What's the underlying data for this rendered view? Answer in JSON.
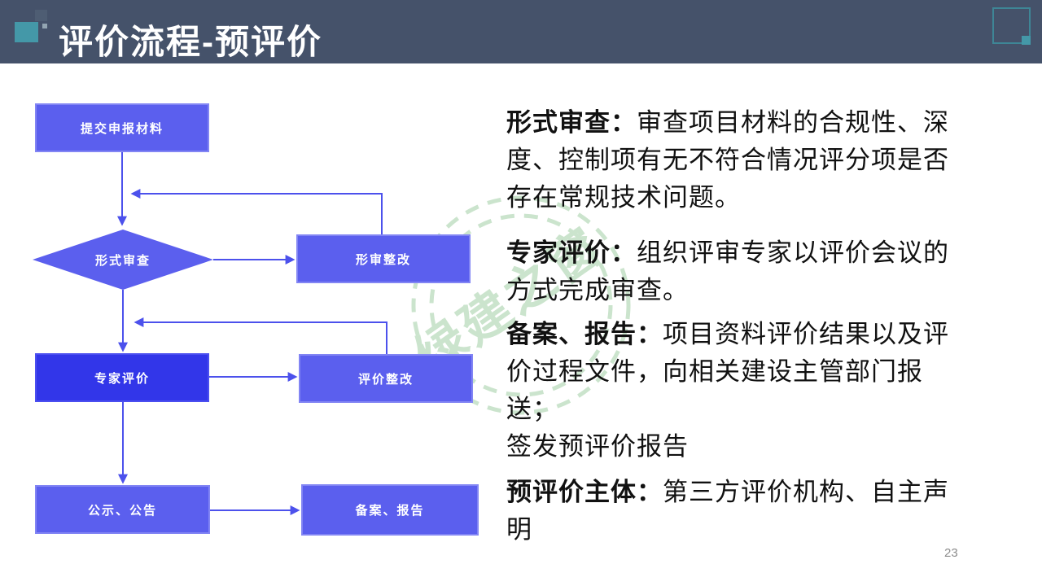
{
  "header": {
    "title": "评价流程-预评价",
    "bg_color": "#45526A",
    "accent_color": "#4498A8"
  },
  "watermark": {
    "text": "绿建之窗",
    "color": "#CBE4CD"
  },
  "flowchart": {
    "nodes": {
      "submit": "提交申报材料",
      "formal_review": "形式审查",
      "formal_rectify": "形审整改",
      "expert_eval": "专家评价",
      "eval_rectify": "评价整改",
      "publicity": "公示、公告",
      "filing": "备案、报告"
    },
    "colors": {
      "node_light": "#5B5FEE",
      "node_dark": "#3236E9",
      "connector": "#4C51EC"
    }
  },
  "paragraphs": [
    {
      "label": "形式审查：",
      "body": "审查项目材料的合规性、深\n度、控制项有无不符合情况评分项是否\n存在常规技术问题。"
    },
    {
      "label": "专家评价：",
      "body": "组织评审专家以评价会议的\n方式完成审查。"
    },
    {
      "label": "备案、报告：",
      "body": "项目资料评价结果以及评\n价过程文件，向相关建设主管部门报送；\n签发预评价报告"
    },
    {
      "label": "预评价主体：",
      "body": "第三方评价机构、自主声\n明"
    }
  ],
  "page": {
    "number": "23"
  }
}
